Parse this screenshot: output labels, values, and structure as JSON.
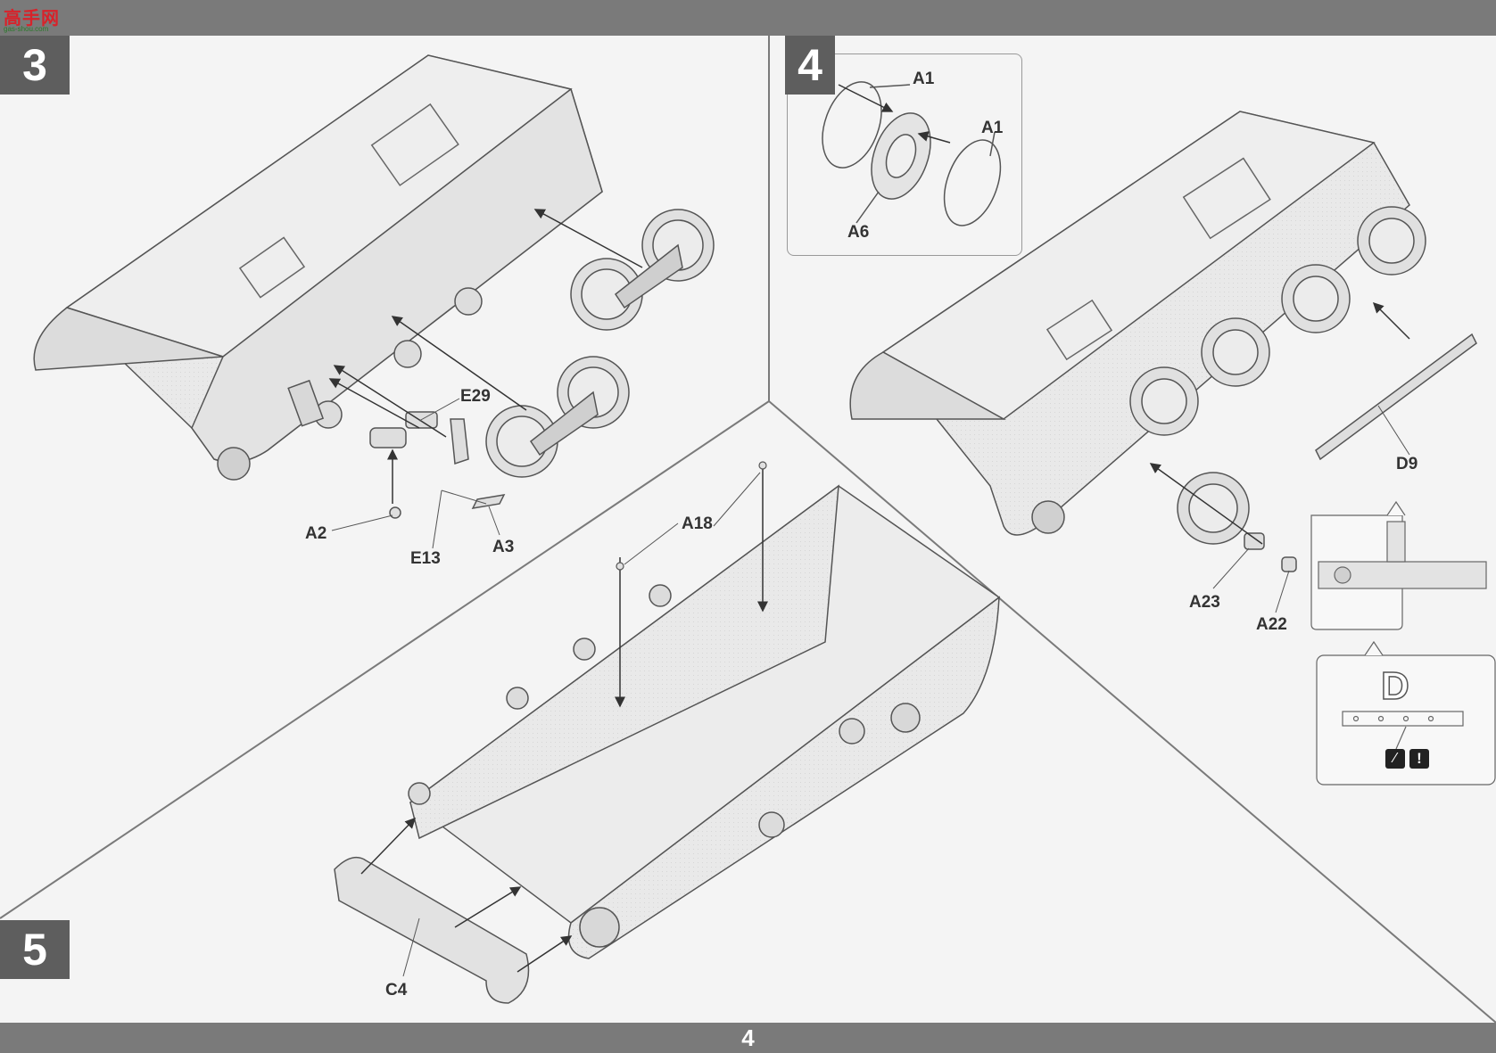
{
  "page": {
    "number": "4",
    "watermark_text": "高手网",
    "watermark_sub": "gas-shou.com",
    "bar_color": "#7a7a7a",
    "badge_color": "#5e5e5e"
  },
  "steps": [
    {
      "id": "3",
      "label": "3"
    },
    {
      "id": "4",
      "label": "4"
    },
    {
      "id": "5",
      "label": "5"
    }
  ],
  "labels": {
    "step3": {
      "E29": "E29",
      "A2": "A2",
      "E13": "E13",
      "A3": "A3"
    },
    "step4": {
      "A1_top": "A1",
      "A1_right": "A1",
      "A6": "A6",
      "D9": "D9",
      "A23": "A23",
      "A22": "A22",
      "D": "D"
    },
    "step5": {
      "A18": "A18",
      "C4": "C4"
    }
  },
  "icons": [
    "glue-icon",
    "caution-icon"
  ]
}
